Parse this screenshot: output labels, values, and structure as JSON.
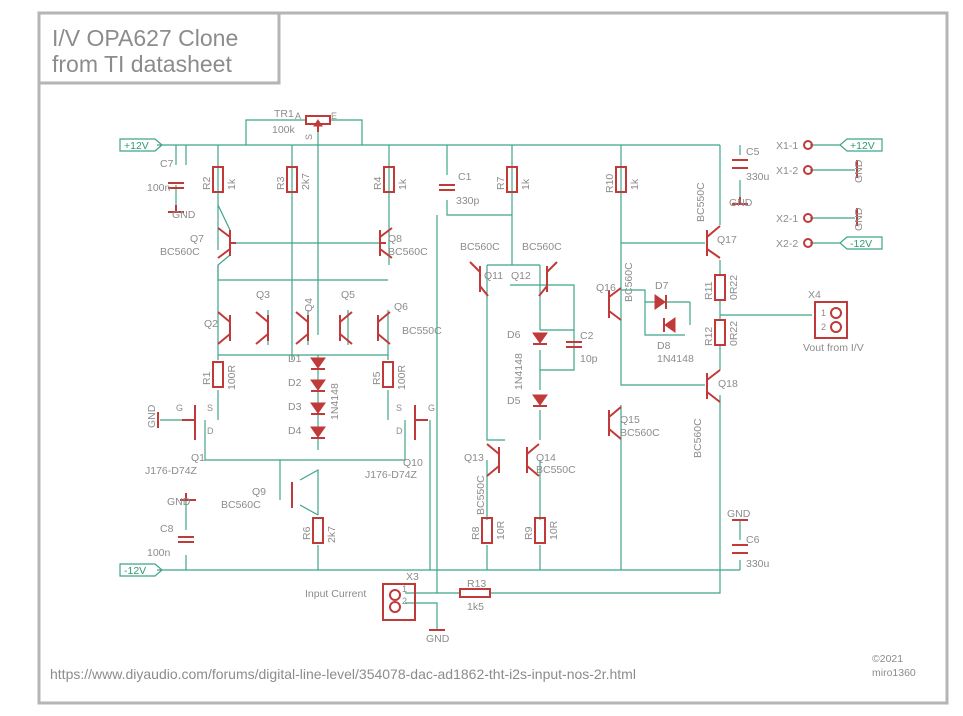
{
  "title": {
    "line1": "I/V OPA627 Clone",
    "line2": "from TI datasheet"
  },
  "footer": {
    "url": "https://www.diyaudio.com/forums/digital-line-level/354078-dac-ad1862-tht-i2s-input-nos-2r.html",
    "copyright": "©2021",
    "author": "miro1360"
  },
  "ports": {
    "p12_left": "+12V",
    "m12_left": "-12V",
    "p12_right": "+12V",
    "m12_right": "-12V"
  },
  "connectors": {
    "x1_1": "X1-1",
    "x1_2": "X1-2",
    "x2_1": "X2-1",
    "x2_2": "X2-2",
    "x3": "X3",
    "x4": "X4",
    "x4_label": "Vout from I/V",
    "x3_label": "Input Current",
    "pin1": "1",
    "pin2": "2"
  },
  "gnd": "GND",
  "trimmer": {
    "name": "TR1",
    "value": "100k",
    "a": "A",
    "e": "E",
    "s": "S"
  },
  "resistors": [
    {
      "name": "R2",
      "value": "1k"
    },
    {
      "name": "R3",
      "value": "2k7"
    },
    {
      "name": "R4",
      "value": "1k"
    },
    {
      "name": "R7",
      "value": "1k"
    },
    {
      "name": "R10",
      "value": "1k"
    },
    {
      "name": "R11",
      "value": "0R22"
    },
    {
      "name": "R12",
      "value": "0R22"
    },
    {
      "name": "R1",
      "value": "100R"
    },
    {
      "name": "R5",
      "value": "100R"
    },
    {
      "name": "R6",
      "value": "2k7"
    },
    {
      "name": "R8",
      "value": "10R"
    },
    {
      "name": "R9",
      "value": "10R"
    },
    {
      "name": "R13",
      "value": "1k5"
    }
  ],
  "capacitors": [
    {
      "name": "C7",
      "value": "100n"
    },
    {
      "name": "C1",
      "value": "330p"
    },
    {
      "name": "C5",
      "value": "330u"
    },
    {
      "name": "C2",
      "value": "10p"
    },
    {
      "name": "C8",
      "value": "100n"
    },
    {
      "name": "C6",
      "value": "330u"
    }
  ],
  "transistors": [
    {
      "name": "Q7",
      "type": "BC560C"
    },
    {
      "name": "Q8",
      "type": "BC560C"
    },
    {
      "name": "Q11",
      "type": "BC560C"
    },
    {
      "name": "Q12",
      "type": "BC560C"
    },
    {
      "name": "Q17",
      "type": "BC550C"
    },
    {
      "name": "Q16",
      "type": "BC560C"
    },
    {
      "name": "Q2",
      "type": ""
    },
    {
      "name": "Q3",
      "type": ""
    },
    {
      "name": "Q4",
      "type": ""
    },
    {
      "name": "Q5",
      "type": ""
    },
    {
      "name": "Q6",
      "type": "BC550C"
    },
    {
      "name": "Q18",
      "type": "BC560C"
    },
    {
      "name": "Q15",
      "type": "BC560C"
    },
    {
      "name": "Q13",
      "type": "BC550C"
    },
    {
      "name": "Q14",
      "type": "BC550C"
    },
    {
      "name": "Q9",
      "type": "BC560C"
    },
    {
      "name": "Q1",
      "type": "J176-D74Z"
    },
    {
      "name": "Q10",
      "type": "J176-D74Z"
    }
  ],
  "diodes": {
    "d1": "D1",
    "d2": "D2",
    "d3": "D3",
    "d4": "D4",
    "d1_4_type": "1N4148",
    "d5": "D5",
    "d6": "D6",
    "d5_6_type": "1N4148",
    "d7": "D7",
    "d8": "D8",
    "d7_8_type": "1N4148"
  },
  "jfet_pins": {
    "g": "G",
    "s": "S",
    "d": "D"
  },
  "colors": {
    "wire": "#3fa58a",
    "part": "#c03a3a",
    "text": "#8c8c8c",
    "frame": "#b5b5b5"
  }
}
